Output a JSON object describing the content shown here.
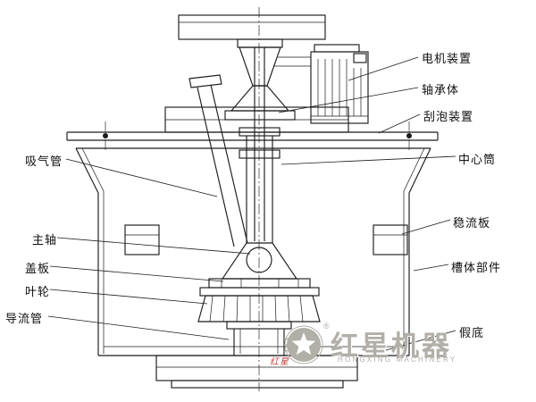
{
  "diagram": {
    "title_hint": "flotation-machine-cross-section",
    "labels": {
      "motor_device": "电机装置",
      "bearing_body": "轴承体",
      "foam_scraper": "刮泡装置",
      "center_cylinder": "中心筒",
      "stabilizer_plate": "稳流板",
      "tank_body": "槽体部件",
      "false_bottom": "假底",
      "suction_pipe": "吸气管",
      "main_shaft": "主轴",
      "cover_plate": "盖板",
      "impeller": "叶轮",
      "guide_pipe": "导流管"
    },
    "line_color": "#1c1c1c",
    "background": "#ffffff"
  },
  "watermark": {
    "brand": "红星机器",
    "brand_en": "HONGXING MACHINERY",
    "registered": "®",
    "signature": "红星",
    "color_gray": "#b2aea8",
    "color_red": "#bf4038"
  }
}
